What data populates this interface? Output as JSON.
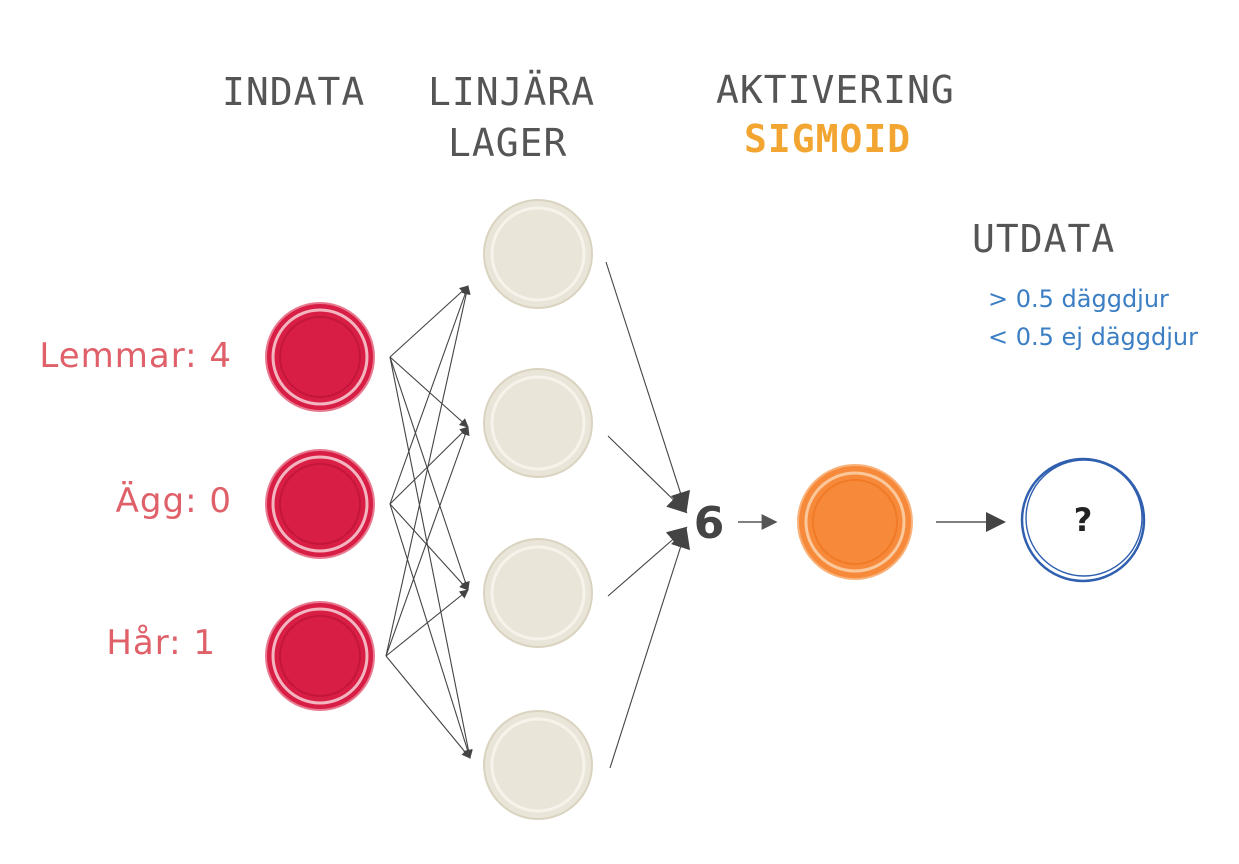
{
  "headers": {
    "input": "INDATA",
    "linear_line1": "LINJÄRA",
    "linear_line2": "LAGER",
    "activation": "AKTIVERING",
    "activation_type": "SIGMOID",
    "output": "UTDATA"
  },
  "inputs": [
    {
      "label": "Lemmar: 4"
    },
    {
      "label": "Ägg: 0"
    },
    {
      "label": "Hår: 1"
    }
  ],
  "hidden_node_count": 4,
  "sum_value": "6",
  "output_value": "?",
  "legend": {
    "line1": "> 0.5 däggdjur",
    "line2": "< 0.5 ej däggdjur"
  },
  "colors": {
    "input_node": "#d81e45",
    "input_label": "#e0606a",
    "hidden_node": "#e9e5d8",
    "activation_node": "#f78a3a",
    "activation_accent": "#f2a531",
    "output_ring": "#2f5fae",
    "legend_text": "#3b7ec3",
    "header_text": "#555555",
    "arrow": "#444444"
  }
}
